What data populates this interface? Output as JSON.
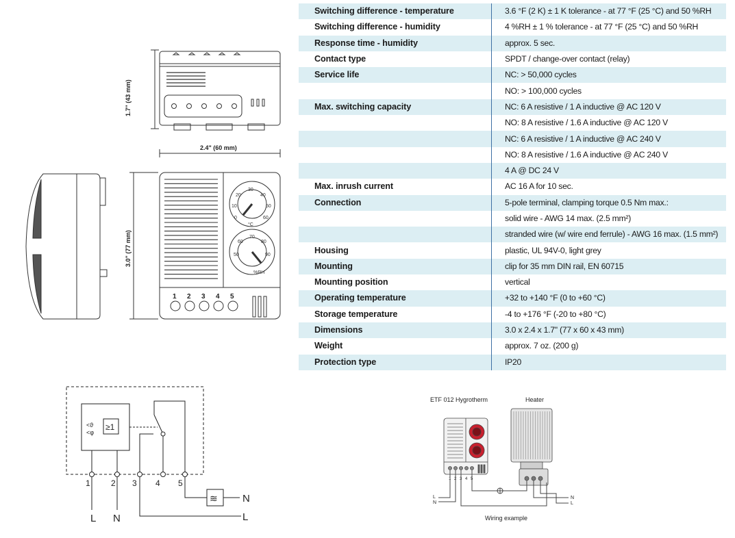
{
  "specs": [
    {
      "label": "Switching difference - temperature",
      "value": "3.6 °F (2 K) ± 1 K tolerance  -  at 77 °F (25 °C) and 50 %RH"
    },
    {
      "label": "Switching difference - humidity",
      "value": "4 %RH ± 1 % tolerance  -  at 77 °F (25 °C) and 50 %RH"
    },
    {
      "label": "Response time - humidity",
      "value": "approx. 5 sec."
    },
    {
      "label": "Contact type",
      "value": "SPDT / change-over contact (relay)"
    },
    {
      "label": "Service life",
      "value": "NC: > 50,000 cycles"
    },
    {
      "label": "",
      "value": "NO: > 100,000 cycles"
    },
    {
      "label": "Max. switching capacity",
      "value": "NC: 6 A resistive / 1 A inductive @ AC 120 V"
    },
    {
      "label": "",
      "value": "NO: 8 A resistive / 1.6 A inductive @ AC 120 V"
    },
    {
      "label": "",
      "value": "NC: 6 A resistive / 1 A inductive @ AC 240 V"
    },
    {
      "label": "",
      "value": "NO: 8 A resistive / 1.6 A inductive @ AC 240 V"
    },
    {
      "label": "",
      "value": "4 A @ DC 24 V"
    },
    {
      "label": "Max. inrush current",
      "value": "AC 16 A for 10 sec."
    },
    {
      "label": "Connection",
      "value": "5-pole terminal, clamping torque 0.5 Nm max.:"
    },
    {
      "label": "",
      "value": "solid wire - AWG 14 max. (2.5 mm²)"
    },
    {
      "label": "",
      "value": "stranded wire (w/ wire end ferrule) - AWG 16 max. (1.5 mm²)"
    },
    {
      "label": "Housing",
      "value": "plastic, UL 94V-0, light grey"
    },
    {
      "label": "Mounting",
      "value": "clip for 35 mm DIN rail, EN 60715"
    },
    {
      "label": "Mounting position",
      "value": "vertical"
    },
    {
      "label": "Operating temperature",
      "value": "+32 to +140 °F (0 to +60 °C)"
    },
    {
      "label": "Storage temperature",
      "value": "-4 to +176 °F (-20 to +80 °C)"
    },
    {
      "label": "Dimensions",
      "value": "3.0 x 2.4 x 1.7\" (77 x 60 x 43 mm)"
    },
    {
      "label": "Weight",
      "value": "approx. 7 oz. (200 g)"
    },
    {
      "label": "Protection type",
      "value": "IP20"
    }
  ],
  "dimensions": {
    "height": "1.7\" (43 mm)",
    "width": "2.4\" (60 mm)",
    "length": "3.0\" (77 mm)"
  },
  "device": {
    "terminal_numbers": [
      "1",
      "2",
      "3",
      "4",
      "5"
    ],
    "temp_dial_label": "°C",
    "temp_dial_ticks": [
      "0",
      "10",
      "20",
      "30",
      "40",
      "50",
      "60"
    ],
    "hum_dial_label": "%RH",
    "hum_dial_ticks": [
      "50",
      "60",
      "70",
      "80",
      "90"
    ]
  },
  "circuit": {
    "relay_symbol": "≥1",
    "terminals": [
      "1",
      "2",
      "3",
      "4",
      "5"
    ],
    "line_left": "L",
    "neutral_left": "N",
    "neutral_right": "N",
    "line_right": "L"
  },
  "wiring": {
    "device_label": "ETF 012 Hygrotherm",
    "heater_label": "Heater",
    "caption": "Wiring example",
    "terminal_numbers": [
      "1",
      "2",
      "3",
      "4",
      "5"
    ],
    "left_L": "L",
    "left_N": "N",
    "right_N": "N",
    "right_L": "L"
  },
  "colors": {
    "row_shade": "#dceef3",
    "divider": "#3d6fa3",
    "knob_red": "#c8202e"
  }
}
